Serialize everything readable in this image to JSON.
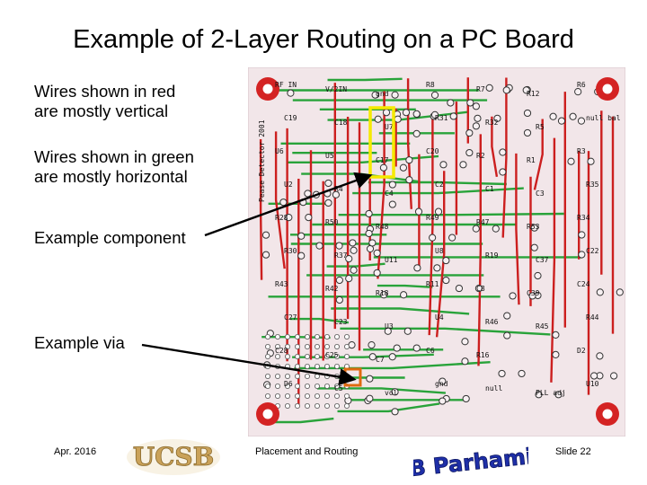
{
  "title": "Example of 2-Layer Routing on a PC Board",
  "notes": {
    "red_wires": [
      "Wires shown in red",
      "are mostly vertical"
    ],
    "green_wires": [
      "Wires shown in green",
      "are mostly horizontal"
    ],
    "component": "Example component",
    "via": "Example via"
  },
  "footer": {
    "date": "Apr. 2016",
    "center": "Placement and Routing",
    "slide": "Slide 22",
    "logo_text": "UCSB",
    "signature": "B Parhami"
  },
  "board_labels": [
    "RF IN",
    "V/2IN",
    "gnd",
    "R8",
    "R7",
    "R12",
    "R6",
    "C19",
    "C18",
    "U7",
    "R31",
    "R32",
    "R5",
    "null bal",
    "U6",
    "U5",
    "C17",
    "C20",
    "R2",
    "R1",
    "R3",
    "U2",
    "R4",
    "C4",
    "C2",
    "C1",
    "C3",
    "R35",
    "R28",
    "R50",
    "R48",
    "R49",
    "R47",
    "R53",
    "R34",
    "R30",
    "R37",
    "U11",
    "U8",
    "R19",
    "C37",
    "C22",
    "R43",
    "R42",
    "R18",
    "R11",
    "C8",
    "C39",
    "C24",
    "C27",
    "C23",
    "U3",
    "U4",
    "R46",
    "R45",
    "R44",
    "C28",
    "C25",
    "C7",
    "C6",
    "R16",
    "Pease Detector 2001",
    "D2",
    "D6",
    "C5",
    "vol",
    "gnd",
    "null",
    "PLL adj",
    "U10"
  ],
  "colors": {
    "board_bg": "#f2e6e9",
    "red_trace": "#cc1f1f",
    "green_trace": "#29a33a",
    "component_box": "#f5ea00",
    "via_box": "#e06a10",
    "silkscreen": "#111111",
    "logo_gold": "#caa25a",
    "signature_blue": "#1e2fa8"
  },
  "icons": {
    "logo": "ucsb-logo",
    "signature": "signature-image",
    "pcb": "pcb-board-photo"
  }
}
